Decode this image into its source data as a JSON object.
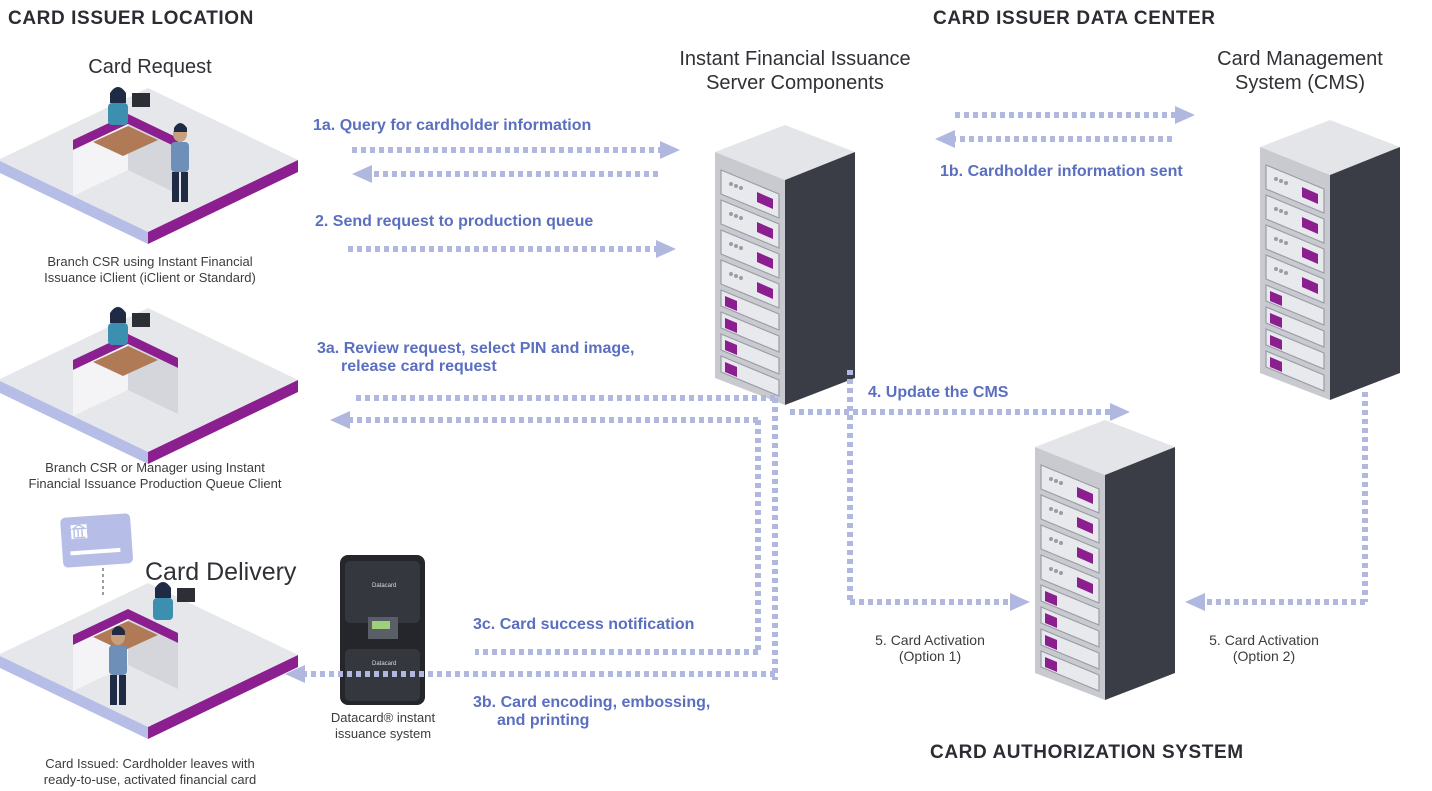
{
  "sections": {
    "location": "CARD ISSUER LOCATION",
    "data_center": "CARD ISSUER DATA CENTER",
    "authorization": "CARD AUTHORIZATION SYSTEM"
  },
  "headers": {
    "card_request": "Card Request",
    "ifi_server_line1": "Instant Financial Issuance",
    "ifi_server_line2": "Server Components",
    "cms_line1": "Card Management",
    "cms_line2": "System (CMS)",
    "card_delivery": "Card Delivery"
  },
  "steps": {
    "s1a": "1a. Query for cardholder information",
    "s1b": "1b. Cardholder information sent",
    "s2": "2. Send request to production queue",
    "s3a_line1": "3a. Review request, select PIN and image,",
    "s3a_line2": "release card request",
    "s4": "4. Update the CMS",
    "s3c": "3c. Card success notification",
    "s3b_line1": "3b. Card encoding, embossing,",
    "s3b_line2": "and printing"
  },
  "captions": {
    "csr_line1": "Branch CSR using Instant Financial",
    "csr_line2": "Issuance iClient (iClient or Standard)",
    "manager_line1": "Branch CSR or Manager using Instant",
    "manager_line2": "Financial Issuance Production Queue Client",
    "issued_line1": "Card Issued: Cardholder leaves with",
    "issued_line2": "ready-to-use, activated financial card",
    "printer_line1": "Datacard® instant",
    "printer_line2": "issuance system",
    "act1_line1": "5. Card Activation",
    "act1_line2": "(Option 1)",
    "act2_line1": "5. Card Activation",
    "act2_line2": "(Option 2)"
  },
  "printer_brand": "Datacard",
  "colors": {
    "accent_text": "#5b6fc1",
    "arrow": "#b0b8e0",
    "purple": "#8b1f8f",
    "server_dark": "#3a3d45",
    "heading": "#2b2d33"
  },
  "icons": [
    "desk-scene-icon",
    "server-tower-icon",
    "card-printer-icon",
    "bank-card-icon"
  ]
}
